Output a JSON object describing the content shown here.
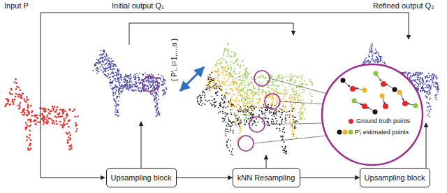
{
  "diagram": {
    "nodes": [
      {
        "text": [
          "Upsampling block"
        ]
      },
      {
        "text": [
          "kNN Resampling"
        ]
      },
      {
        "text": [
          "Upsampling block"
        ]
      }
    ],
    "edges": [
      {
        "from": 0,
        "to": 1,
        "arrow": "to"
      },
      {
        "from": 1,
        "to": 2,
        "arrow": "to"
      }
    ],
    "labels": [
      "Input P",
      "Initial output Q₁",
      "Refined output Q₂",
      "{ P'ᵢ, i=1,...,α }"
    ],
    "legend": [
      {
        "text": "Ground truth points",
        "color": "#e3262b"
      },
      {
        "text": "P'ᵢ estimated points"
      }
    ]
  }
}
